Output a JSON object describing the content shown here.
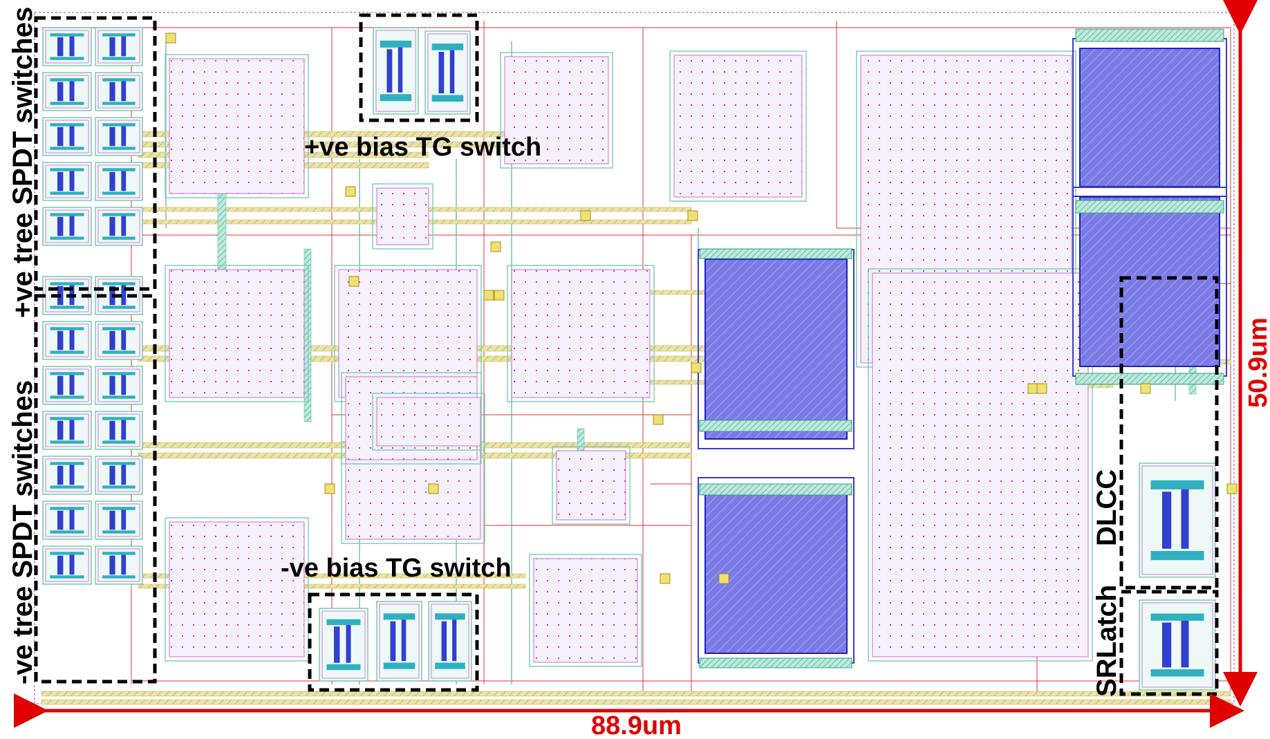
{
  "labels": {
    "pos_bias_tg": "+ve bias TG switch",
    "neg_bias_tg": "-ve bias TG switch",
    "pos_tree_spdt": "+ve tree SPDT switches",
    "neg_tree_spdt": "-ve tree SPDT switches",
    "dlcc": "DLCC",
    "srlatch": "SRLatch"
  },
  "dimensions": {
    "width": "88.9um",
    "height": "50.9um"
  },
  "colors": {
    "dimension_arrow": "#e00000",
    "callout_box": "#000000",
    "capacitor_fill": "#f4eef8",
    "capacitor_dots": "#b040d0",
    "large_capacitor": "#7f7fe8",
    "metal_route": "#e03030",
    "route_green": "#5fbf9f",
    "route_yellow": "#d8c040"
  }
}
